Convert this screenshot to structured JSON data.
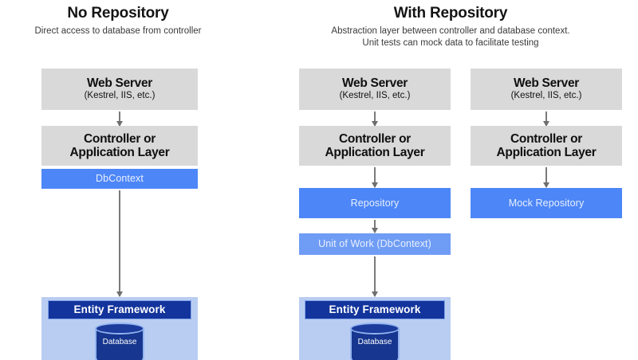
{
  "diagram": {
    "title_left": "No Repository",
    "subtitle_left": "Direct access to database from controller",
    "title_right": "With Repository",
    "subtitle_right_line1": "Abstraction layer between controller and database context.",
    "subtitle_right_line2": "Unit tests can mock data to facilitate testing",
    "colors": {
      "gray_box": "#d9d9d9",
      "blue_box": "#4d86f7",
      "blue_box_light": "#6f9cf4",
      "panel_light_blue": "#b9cdf2",
      "entity_framework_navy": "#13349c",
      "database_navy": "#16368f",
      "arrow_gray": "#7a7a7a",
      "title_text": "#141414"
    }
  },
  "columns": [
    {
      "id": "no-repository",
      "web_server": {
        "line1": "Web Server",
        "line2": "(Kestrel, IIS, etc.)"
      },
      "controller": {
        "line1": "Controller or",
        "line2": "Application Layer"
      },
      "dbcontext": {
        "label": "DbContext"
      },
      "entity_framework": {
        "label": "Entity Framework"
      },
      "database": {
        "label": "Database"
      }
    },
    {
      "id": "with-repository-runtime",
      "web_server": {
        "line1": "Web Server",
        "line2": "(Kestrel, IIS, etc.)"
      },
      "controller": {
        "line1": "Controller or",
        "line2": "Application Layer"
      },
      "repository": {
        "label": "Repository"
      },
      "unit_of_work": {
        "label": "Unit of Work (DbContext)"
      },
      "entity_framework": {
        "label": "Entity Framework"
      },
      "database": {
        "label": "Database"
      }
    },
    {
      "id": "with-repository-unit-test",
      "web_server": {
        "line1": "Web Server",
        "line2": "(Kestrel, IIS, etc.)"
      },
      "controller": {
        "line1": "Controller or",
        "line2": "Application Layer"
      },
      "mock_repository": {
        "label": "Mock Repository"
      }
    }
  ]
}
